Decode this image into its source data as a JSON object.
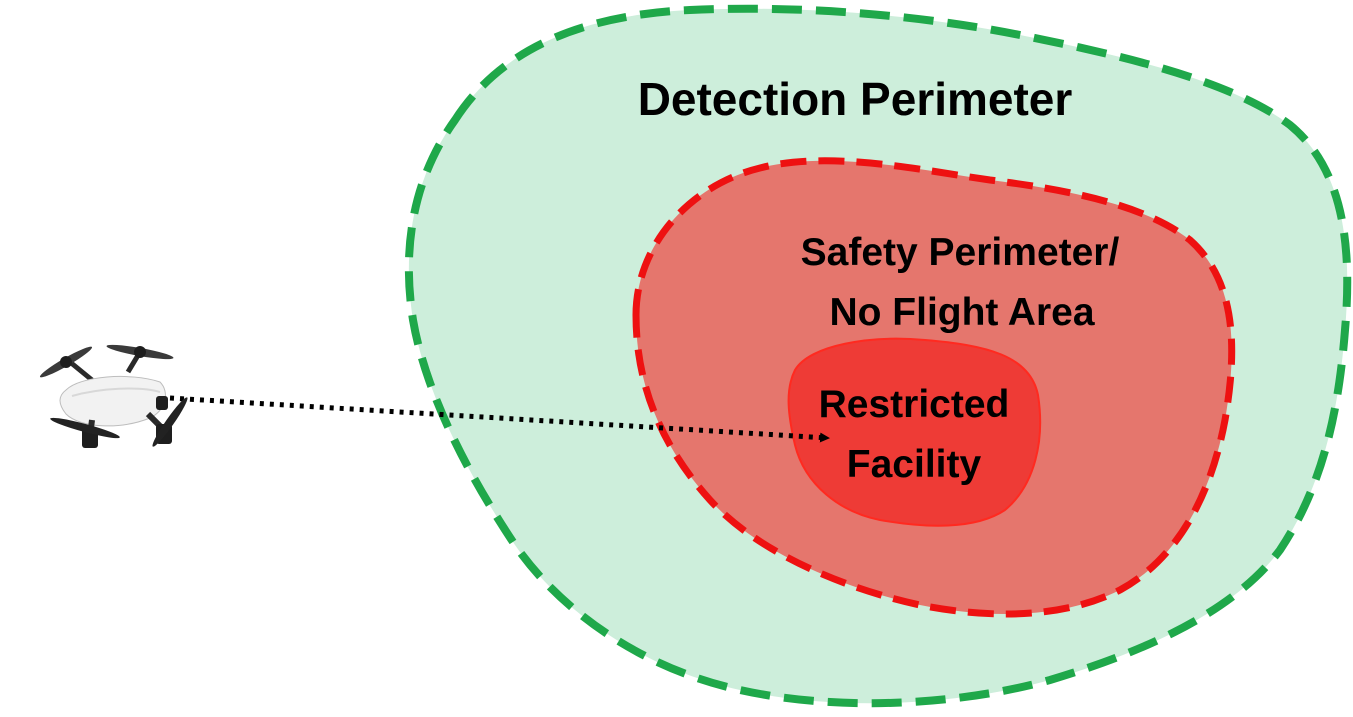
{
  "zones": {
    "detection": {
      "label": "Detection Perimeter",
      "fill": "#cdeedb",
      "stroke": "#1fa84a"
    },
    "safety": {
      "label_line1": "Safety Perimeter/",
      "label_line2": "No Flight Area",
      "fill": "#e5766d",
      "stroke": "#ee1111"
    },
    "facility": {
      "label_line1": "Restricted",
      "label_line2": "Facility",
      "fill": "#ee3b36",
      "stroke": "#ff2a20"
    }
  },
  "drone": {
    "icon": "drone-icon",
    "body_color": "#f2f2f2",
    "dark_color": "#1e1e1e"
  },
  "flight_path": {
    "style": "dotted",
    "color": "#000000"
  }
}
